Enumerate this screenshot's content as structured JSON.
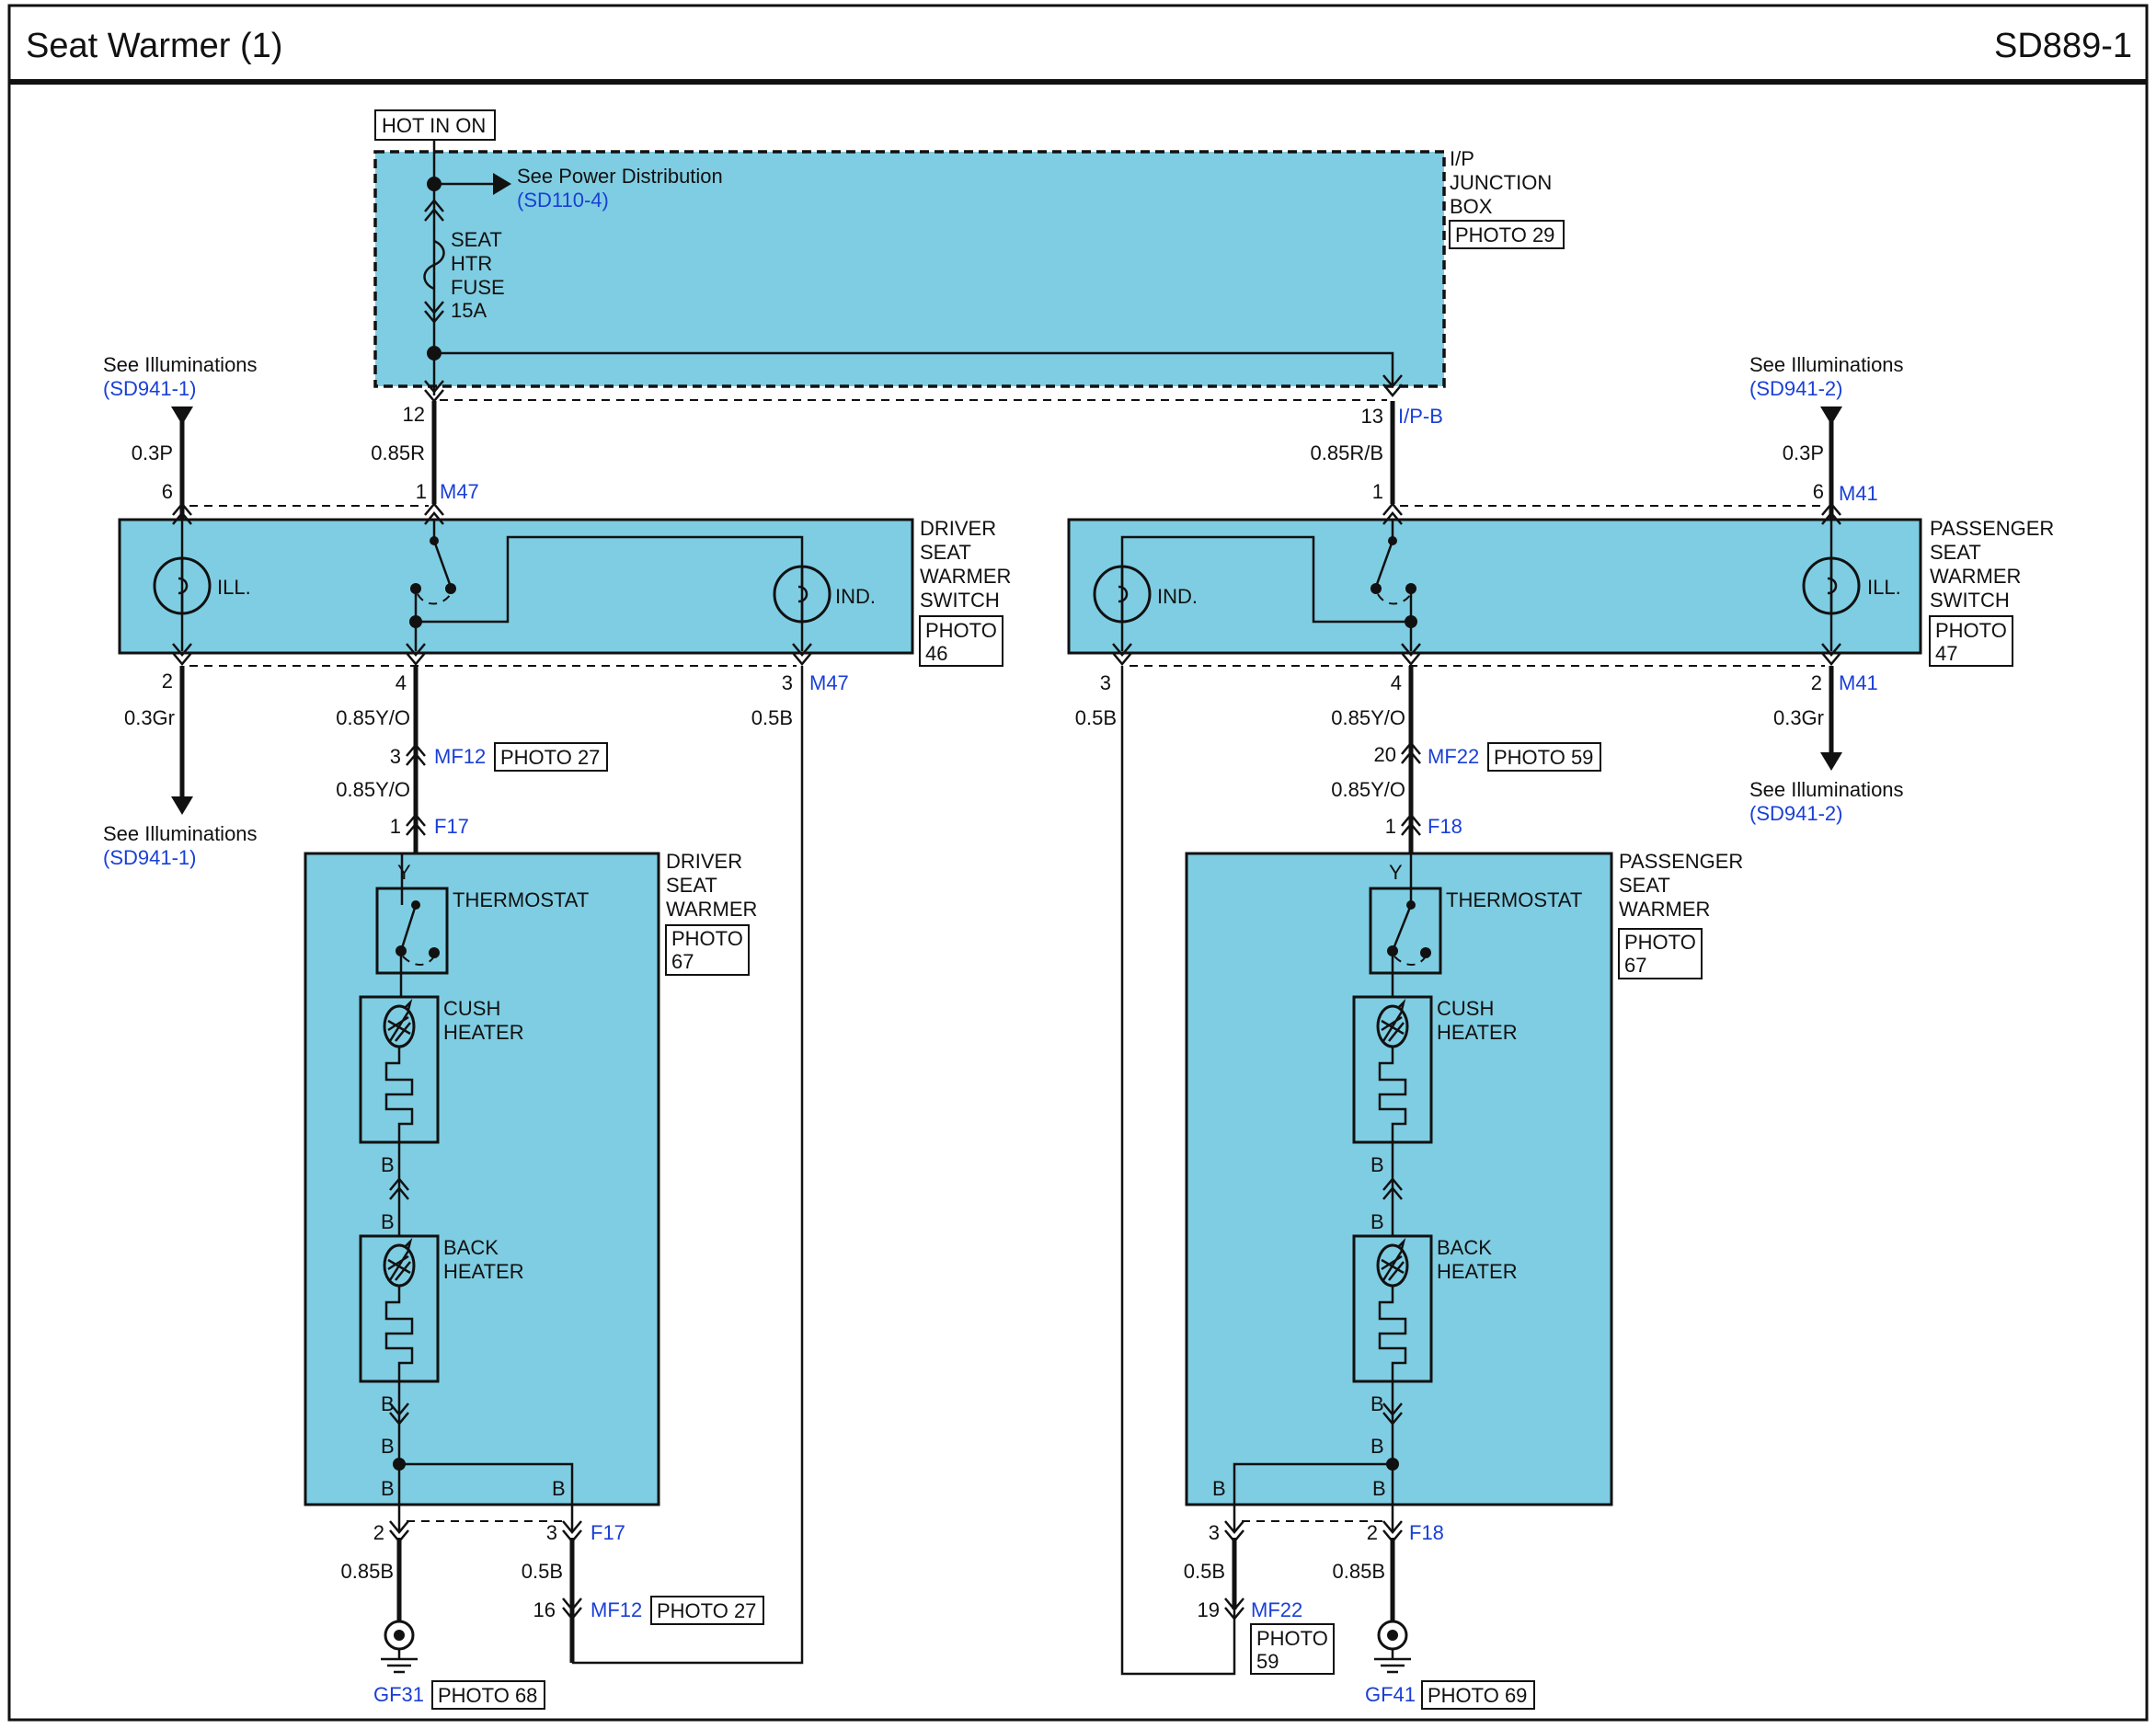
{
  "header": {
    "title": "Seat Warmer (1)",
    "code": "SD889-1"
  },
  "power": {
    "hot_label": "HOT IN ON",
    "see_power": "See Power Distribution",
    "see_power_ref": "(SD110-4)",
    "fuse_lines": [
      "SEAT",
      "HTR",
      "FUSE",
      "15A"
    ],
    "jbox_lines": [
      "I/P",
      "JUNCTION",
      "BOX"
    ],
    "jbox_photo": "PHOTO 29",
    "pin_left": "12",
    "pin_right": "13",
    "conn_right": "I/P-B",
    "wire_left": "0.85R",
    "wire_right": "0.85R/B"
  },
  "illum": {
    "see": "See Illuminations",
    "ref_left": "(SD941-1)",
    "ref_right": "(SD941-2)"
  },
  "driver_switch": {
    "lines": [
      "DRIVER",
      "SEAT",
      "WARMER",
      "SWITCH"
    ],
    "photo_lines": [
      "PHOTO",
      "46"
    ],
    "ill_label": "ILL.",
    "ind_label": "IND.",
    "conn": "M47",
    "pin_ill_top": "6",
    "wire_ill_top": "0.3P",
    "pin_pwr": "1",
    "pin_ill_bot": "2",
    "wire_ill_bot": "0.3Gr",
    "pin_out": "4",
    "wire_out": "0.85Y/O",
    "pin_ind": "3",
    "wire_ind": "0.5B"
  },
  "passenger_switch": {
    "lines": [
      "PASSENGER",
      "SEAT",
      "WARMER",
      "SWITCH"
    ],
    "photo_lines": [
      "PHOTO",
      "47"
    ],
    "ill_label": "ILL.",
    "ind_label": "IND.",
    "conn": "M41",
    "pin_ill_top": "6",
    "wire_ill_top": "0.3P",
    "pin_pwr": "1",
    "pin_ill_bot": "2",
    "wire_ill_bot": "0.3Gr",
    "pin_out": "4",
    "wire_out": "0.85Y/O",
    "pin_ind": "3",
    "wire_ind": "0.5B"
  },
  "driver_chain": {
    "mf_pin": "3",
    "mf_conn": "MF12",
    "mf_photo": "PHOTO 27",
    "wire_mid": "0.85Y/O",
    "f_pin": "1",
    "f_conn": "F17"
  },
  "passenger_chain": {
    "mf_pin": "20",
    "mf_conn": "MF22",
    "mf_photo": "PHOTO 59",
    "wire_mid": "0.85Y/O",
    "f_pin": "1",
    "f_conn": "F18"
  },
  "driver_warmer": {
    "lines": [
      "DRIVER",
      "SEAT",
      "WARMER"
    ],
    "photo_lines": [
      "PHOTO",
      "67"
    ],
    "thermostat": "THERMOSTAT",
    "cush": [
      "CUSH",
      "HEATER"
    ],
    "back": [
      "BACK",
      "HEATER"
    ],
    "y": "Y",
    "b": "B",
    "pin_gnd": "2",
    "pin_ret": "3",
    "conn": "F17",
    "wire_gnd": "0.85B",
    "wire_ret": "0.5B",
    "mf_pin": "16",
    "mf_conn": "MF12",
    "mf_photo": "PHOTO 27",
    "ground": "GF31",
    "ground_photo": "PHOTO 68"
  },
  "passenger_warmer": {
    "lines": [
      "PASSENGER",
      "SEAT",
      "WARMER"
    ],
    "photo_lines": [
      "PHOTO",
      "67"
    ],
    "thermostat": "THERMOSTAT",
    "cush": [
      "CUSH",
      "HEATER"
    ],
    "back": [
      "BACK",
      "HEATER"
    ],
    "y": "Y",
    "b": "B",
    "pin_gnd": "2",
    "pin_ret": "3",
    "conn": "F18",
    "wire_gnd": "0.85B",
    "wire_ret": "0.5B",
    "mf_pin": "19",
    "mf_conn": "MF22",
    "mf_photo_lines": [
      "PHOTO",
      "59"
    ],
    "ground": "GF41",
    "ground_photo": "PHOTO 69"
  }
}
